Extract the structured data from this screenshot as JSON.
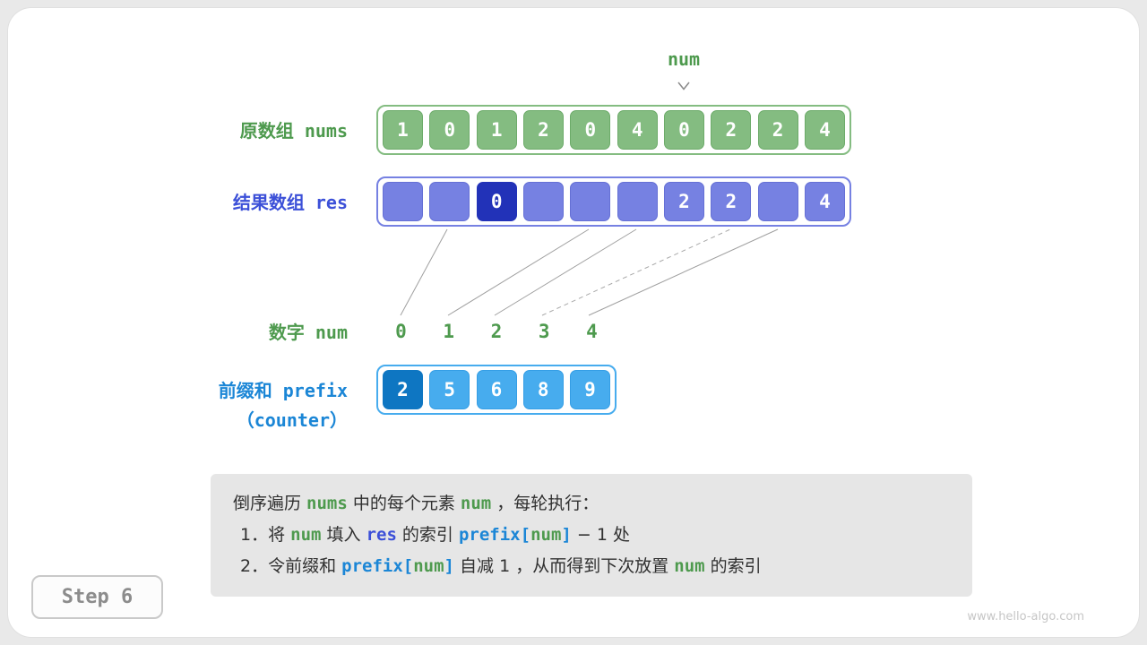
{
  "pointer": {
    "label": "num"
  },
  "arrays": {
    "nums": {
      "label": "原数组 nums",
      "values": [
        "1",
        "0",
        "1",
        "2",
        "0",
        "4",
        "0",
        "2",
        "2",
        "4"
      ]
    },
    "res": {
      "label": "结果数组 res",
      "values": [
        "",
        "",
        "0",
        "",
        "",
        "",
        "2",
        "2",
        "",
        "4"
      ],
      "highlight": 2
    },
    "numrow": {
      "label": "数字 num",
      "values": [
        "0",
        "1",
        "2",
        "3",
        "4"
      ]
    },
    "prefix": {
      "label1": "前缀和 prefix",
      "label2": "（counter）",
      "values": [
        "2",
        "5",
        "6",
        "8",
        "9"
      ],
      "highlight": 0
    }
  },
  "note": {
    "lines": [
      [
        {
          "t": "倒序遍历 "
        },
        {
          "t": "nums",
          "c": "g"
        },
        {
          "t": " 中的每个元素 "
        },
        {
          "t": "num",
          "c": "g"
        },
        {
          "t": " ，每轮执行："
        }
      ],
      [
        {
          "t": "1．将 "
        },
        {
          "t": "num",
          "c": "g"
        },
        {
          "t": " 填入 "
        },
        {
          "t": "res",
          "c": "b"
        },
        {
          "t": " 的索引 "
        },
        {
          "t": "prefix[",
          "c": "a"
        },
        {
          "t": "num",
          "c": "g"
        },
        {
          "t": "]",
          "c": "a"
        },
        {
          "t": " − 1 处"
        }
      ],
      [
        {
          "t": "2．令前缀和 "
        },
        {
          "t": "prefix[",
          "c": "a"
        },
        {
          "t": "num",
          "c": "g"
        },
        {
          "t": "]",
          "c": "a"
        },
        {
          "t": " 自减 1 ，从而得到下次放置 "
        },
        {
          "t": "num",
          "c": "g"
        },
        {
          "t": " 的索引"
        }
      ]
    ]
  },
  "step": {
    "label": "Step 6"
  },
  "watermark": "www.hello-algo.com",
  "colors": {
    "green_text": "#4e9a4e",
    "green_cell": "#84bc81",
    "green_cell_border": "#6dab6a",
    "indigo_text": "#3c50d8",
    "indigo_cell": "#7681e2",
    "indigo_cell_border": "#6570d5",
    "indigo_cell_highlight": "#2232b8",
    "azure_text": "#1b86d6",
    "azure_cell": "#47acee",
    "azure_cell_border": "#359ee5",
    "azure_cell_highlight": "#0e76c2",
    "note_bg": "#e6e6e6"
  }
}
